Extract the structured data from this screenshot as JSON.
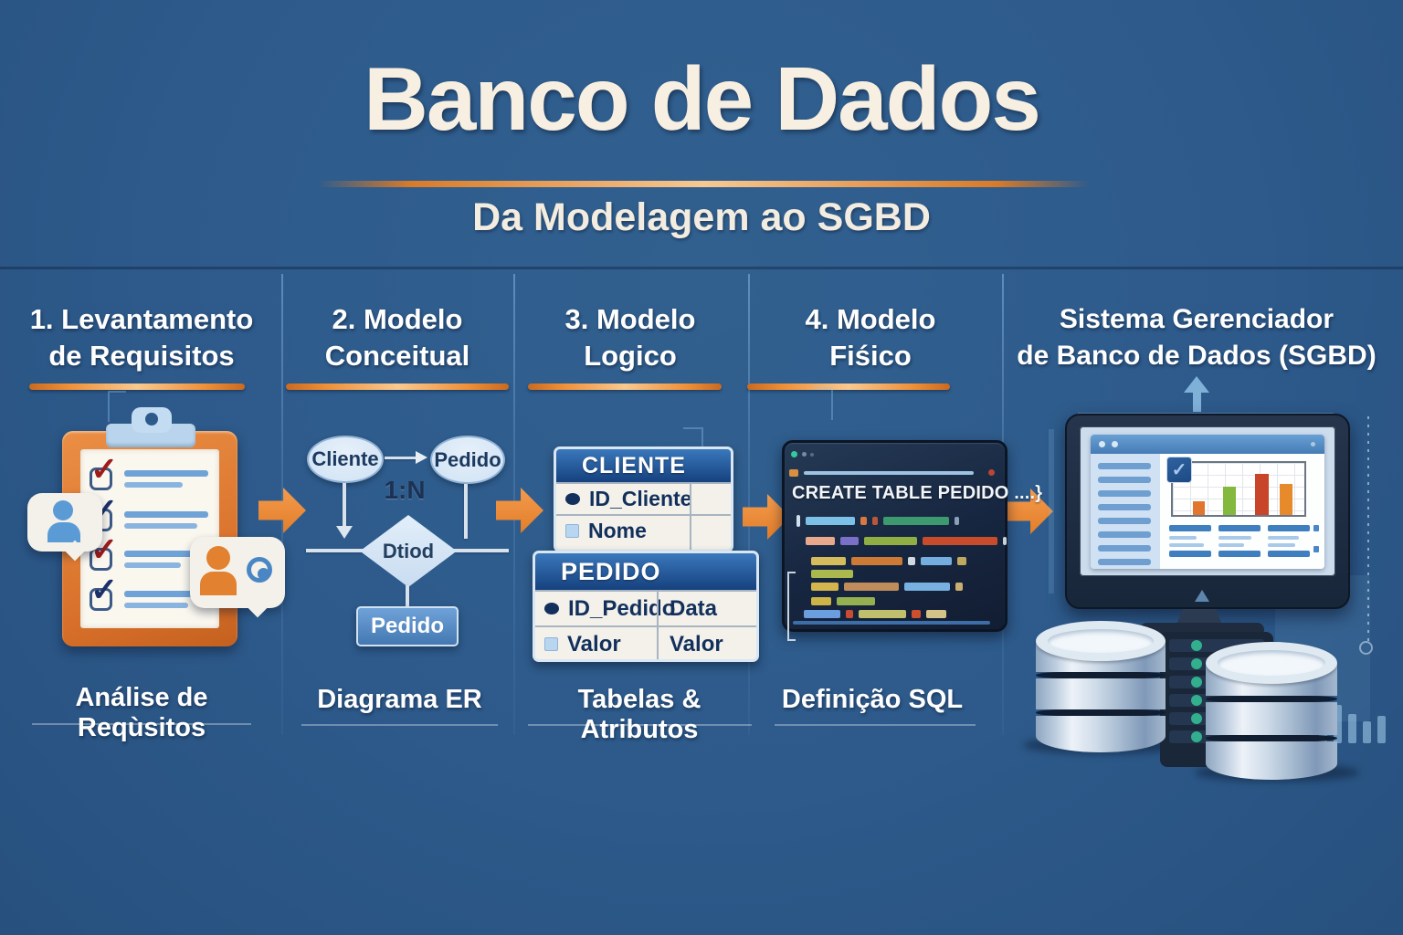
{
  "header": {
    "title": "Banco de Dados",
    "subtitle": "Da Modelagem ao SGBD"
  },
  "steps": [
    {
      "title_line1": "1. Levantamento",
      "title_line2": "de Requisitos",
      "caption": "Análise de Reqùsitos"
    },
    {
      "title_line1": "2. Modelo",
      "title_line2": "Conceitual",
      "caption": "Diagrama ER",
      "er_diagram": {
        "entity_left": "Cliente",
        "entity_right": "Pedido",
        "cardinality": "1:N",
        "relationship": "Dtiod",
        "entity_bottom": "Pedido"
      }
    },
    {
      "title_line1": "3. Modelo",
      "title_line2": "Logico",
      "caption": "Tabelas & Atributos",
      "tables": [
        {
          "name": "CLIENTE",
          "rows": [
            [
              "ID_Cliente",
              ""
            ],
            [
              "Nome",
              ""
            ]
          ]
        },
        {
          "name": "PEDIDO",
          "rows": [
            [
              "ID_Pedido",
              "Data"
            ],
            [
              "Valor",
              "Valor"
            ]
          ]
        }
      ]
    },
    {
      "title_line1": "4. Modelo",
      "title_line2": "Fiśico",
      "caption": "Definição SQL",
      "sql_title": "CREATE TABLE PEDIDO ....}"
    },
    {
      "title_line1": "Sistema Gerenciador",
      "title_line2": "de Banco de Dados (SGBD)"
    }
  ],
  "colors": {
    "background": "#2d5a8b",
    "accent_orange": "#e2812f",
    "title_text": "#f7efe1",
    "panel_navy": "#18273e",
    "light_blue_shape": "#d6e6f6",
    "table_header_blue": "#1d5296",
    "teal_led": "#32b08e",
    "chart_bar_orange": "#e2762e",
    "chart_bar_green": "#83b93e",
    "chart_bar_red": "#c8452a"
  }
}
